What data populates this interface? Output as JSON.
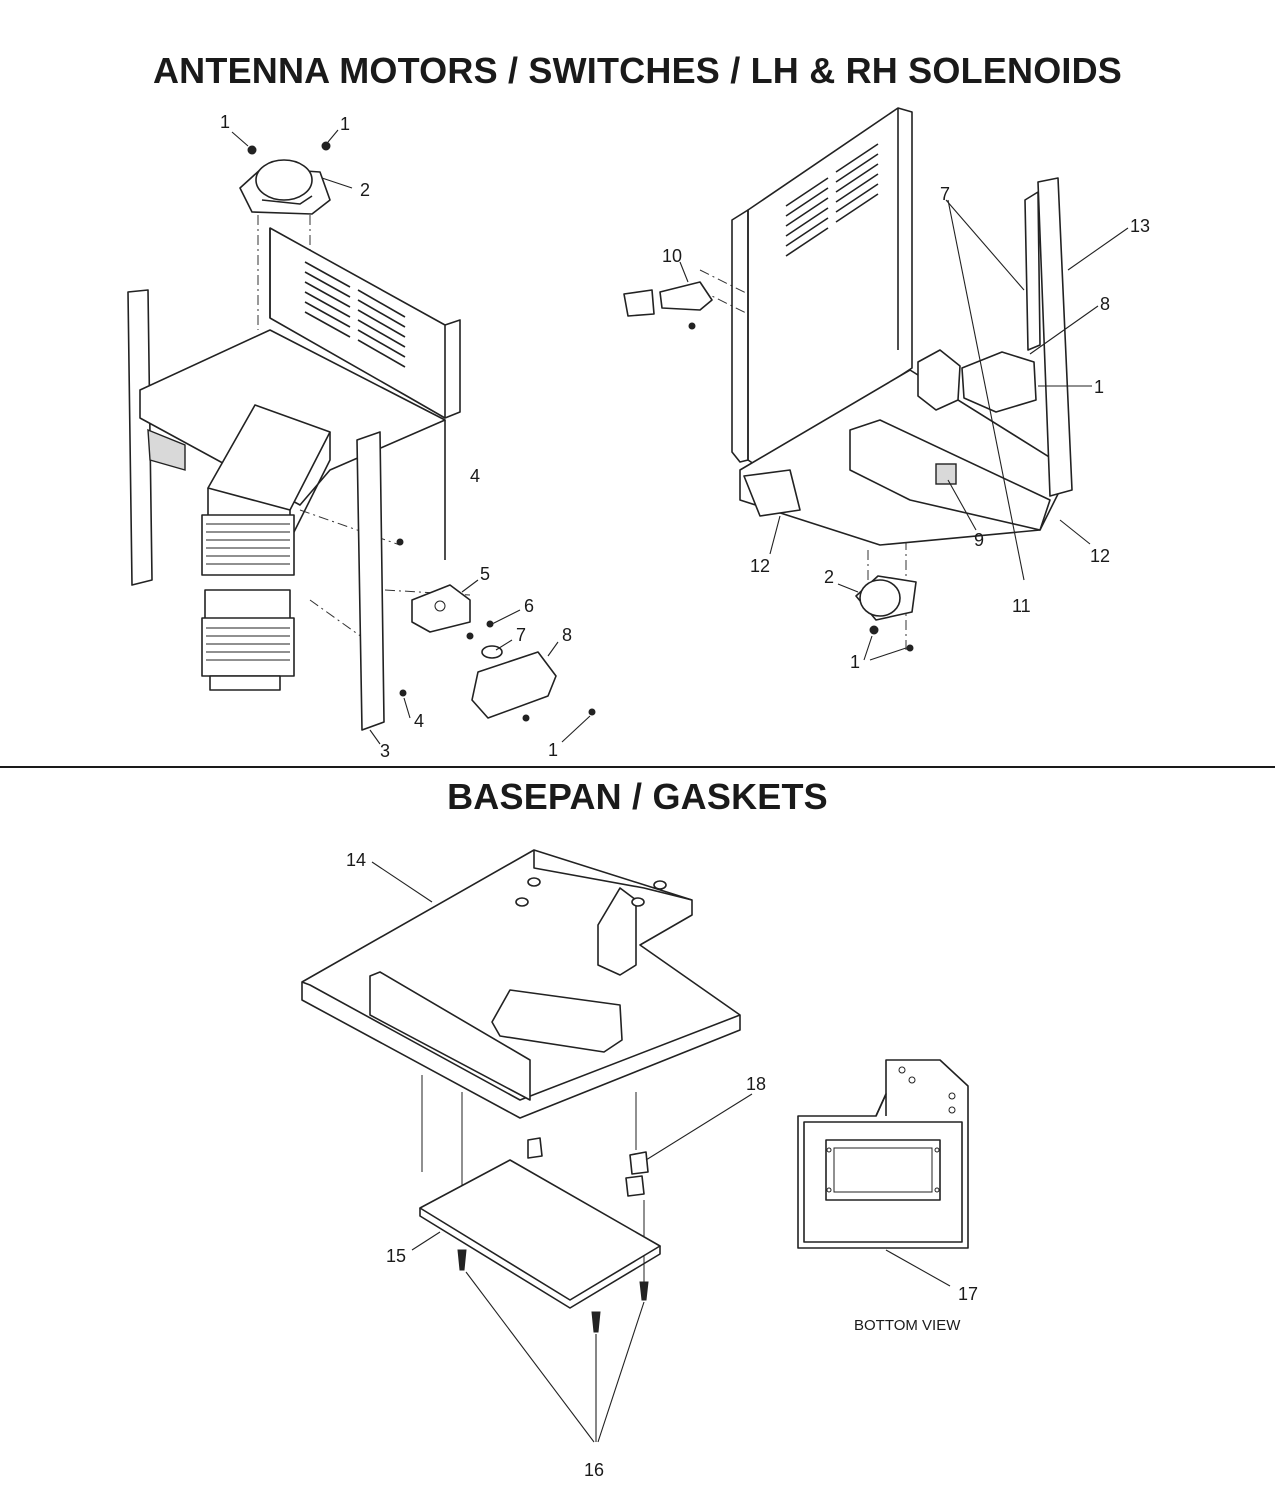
{
  "titles": {
    "top": "ANTENNA MOTORS / SWITCHES / LH & RH SOLENOIDS",
    "bottom": "BASEPAN / GASKETS"
  },
  "callouts": {
    "left": [
      "1",
      "1",
      "2",
      "4",
      "5",
      "6",
      "7",
      "8",
      "4",
      "3",
      "1"
    ],
    "right": [
      "7",
      "13",
      "10",
      "8",
      "1",
      "9",
      "12",
      "12",
      "2",
      "11",
      "1"
    ],
    "basepan": [
      "14",
      "18",
      "15",
      "16",
      "17"
    ]
  },
  "bottom_view_label": "BOTTOM VIEW"
}
